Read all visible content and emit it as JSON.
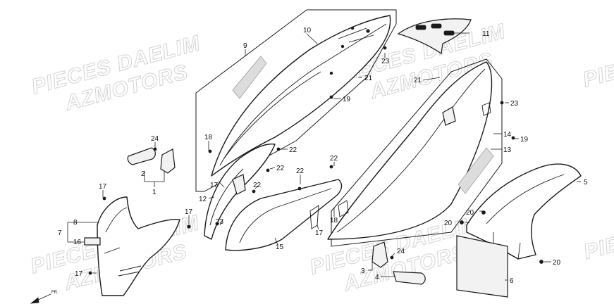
{
  "watermark_lines": [
    "PIECES DAELIM",
    "AZMOTORS"
  ],
  "front_indicator": "FR.",
  "callouts": [
    "1",
    "2",
    "3",
    "4",
    "5",
    "6",
    "7",
    "8",
    "9",
    "10",
    "11",
    "12",
    "13",
    "14",
    "15",
    "16",
    "17",
    "18",
    "19",
    "20",
    "21",
    "22",
    "23",
    "24"
  ],
  "colors": {
    "line": "#1a1a1a",
    "watermark": "#d6d6d6",
    "background": "#ffffff"
  }
}
